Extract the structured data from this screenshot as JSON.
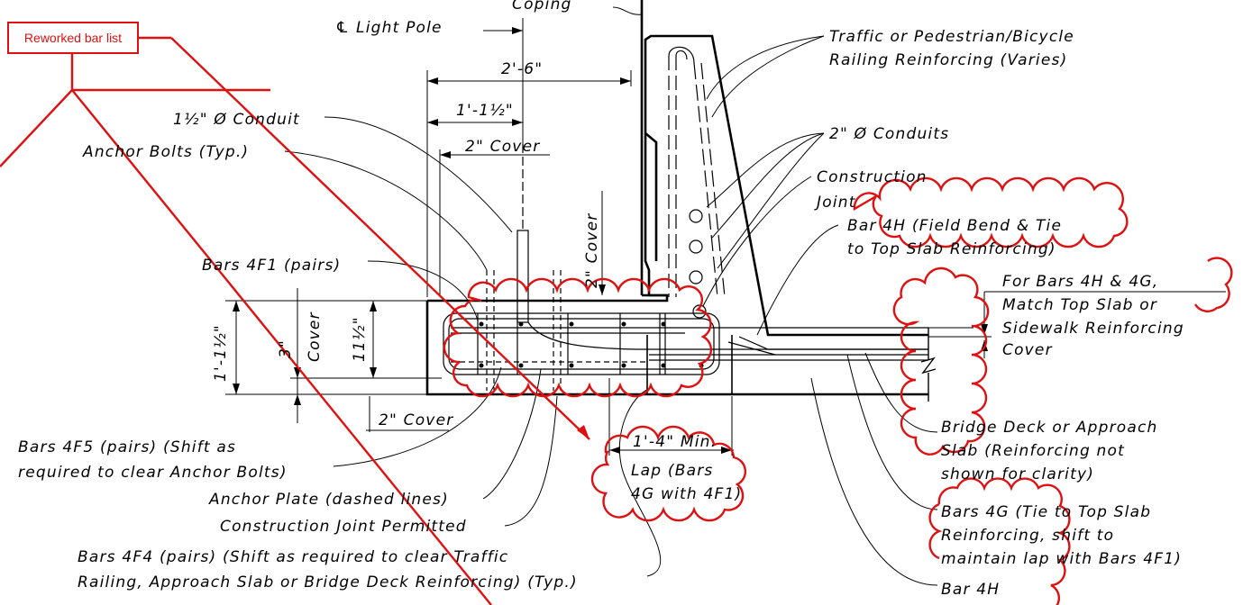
{
  "markup": {
    "stamp_label": "Reworked bar list",
    "stroke_color": "#e01010"
  },
  "labels": {
    "coping": "Coping",
    "light_pole": "℄ Light Pole",
    "dim_2_6": "2'-6\"",
    "dim_1_1_5": "1'-1½\"",
    "conduit": "1½\" Ø Conduit",
    "anchor_bolts": "Anchor Bolts (Typ.)",
    "cover_2_top": "2\" Cover",
    "cover_2_vert": "2\" Cover",
    "bars_4f1": "Bars 4F1 (pairs)",
    "dim_1_1_5_vert": "1'-1½\"",
    "dim_3": "3\"",
    "cover_vert_left": "Cover",
    "dim_11_5": "11½\"",
    "cover_2_bottom": "2\" Cover",
    "bars_4f5_l1": "Bars 4F5 (pairs) (Shift as",
    "bars_4f5_l2": "required to clear Anchor Bolts)",
    "anchor_plate": "Anchor Plate (dashed lines)",
    "construction_joint_permitted": "Construction Joint Permitted",
    "bars_4f4_l1": "Bars 4F4 (pairs) (Shift as required to clear Traffic",
    "bars_4f4_l2": "Railing, Approach Slab or Bridge Deck Reinforcing) (Typ.)",
    "lap_dim": "1'-4\" Min.",
    "lap_l1": "Lap (Bars",
    "lap_l2": "4G with 4F1)",
    "traffic_l1": "Traffic or Pedestrian/Bicycle",
    "traffic_l2": "Railing Reinforcing (Varies)",
    "conduits_2": "2\" Ø Conduits",
    "cj_l1": "Construction",
    "cj_l2": "Joint",
    "bar4h_l1": "Bar 4H (Field Bend & Tie",
    "bar4h_l2": "to Top Slab Reinforcing)",
    "match_l1": "For Bars 4H & 4G,",
    "match_l2": "Match Top Slab or",
    "match_l3": "Sidewalk Reinforcing",
    "match_l4": "Cover",
    "deck_l1": "Bridge Deck or Approach",
    "deck_l2": "Slab (Reinforcing not",
    "deck_l3": "shown for clarity)",
    "bars4g_l1": "Bars 4G (Tie to Top Slab",
    "bars4g_l2": "Reinforcing, shift to",
    "bars4g_l3": "maintain lap with Bars 4F1)",
    "bar4h_bottom": "Bar 4H"
  }
}
